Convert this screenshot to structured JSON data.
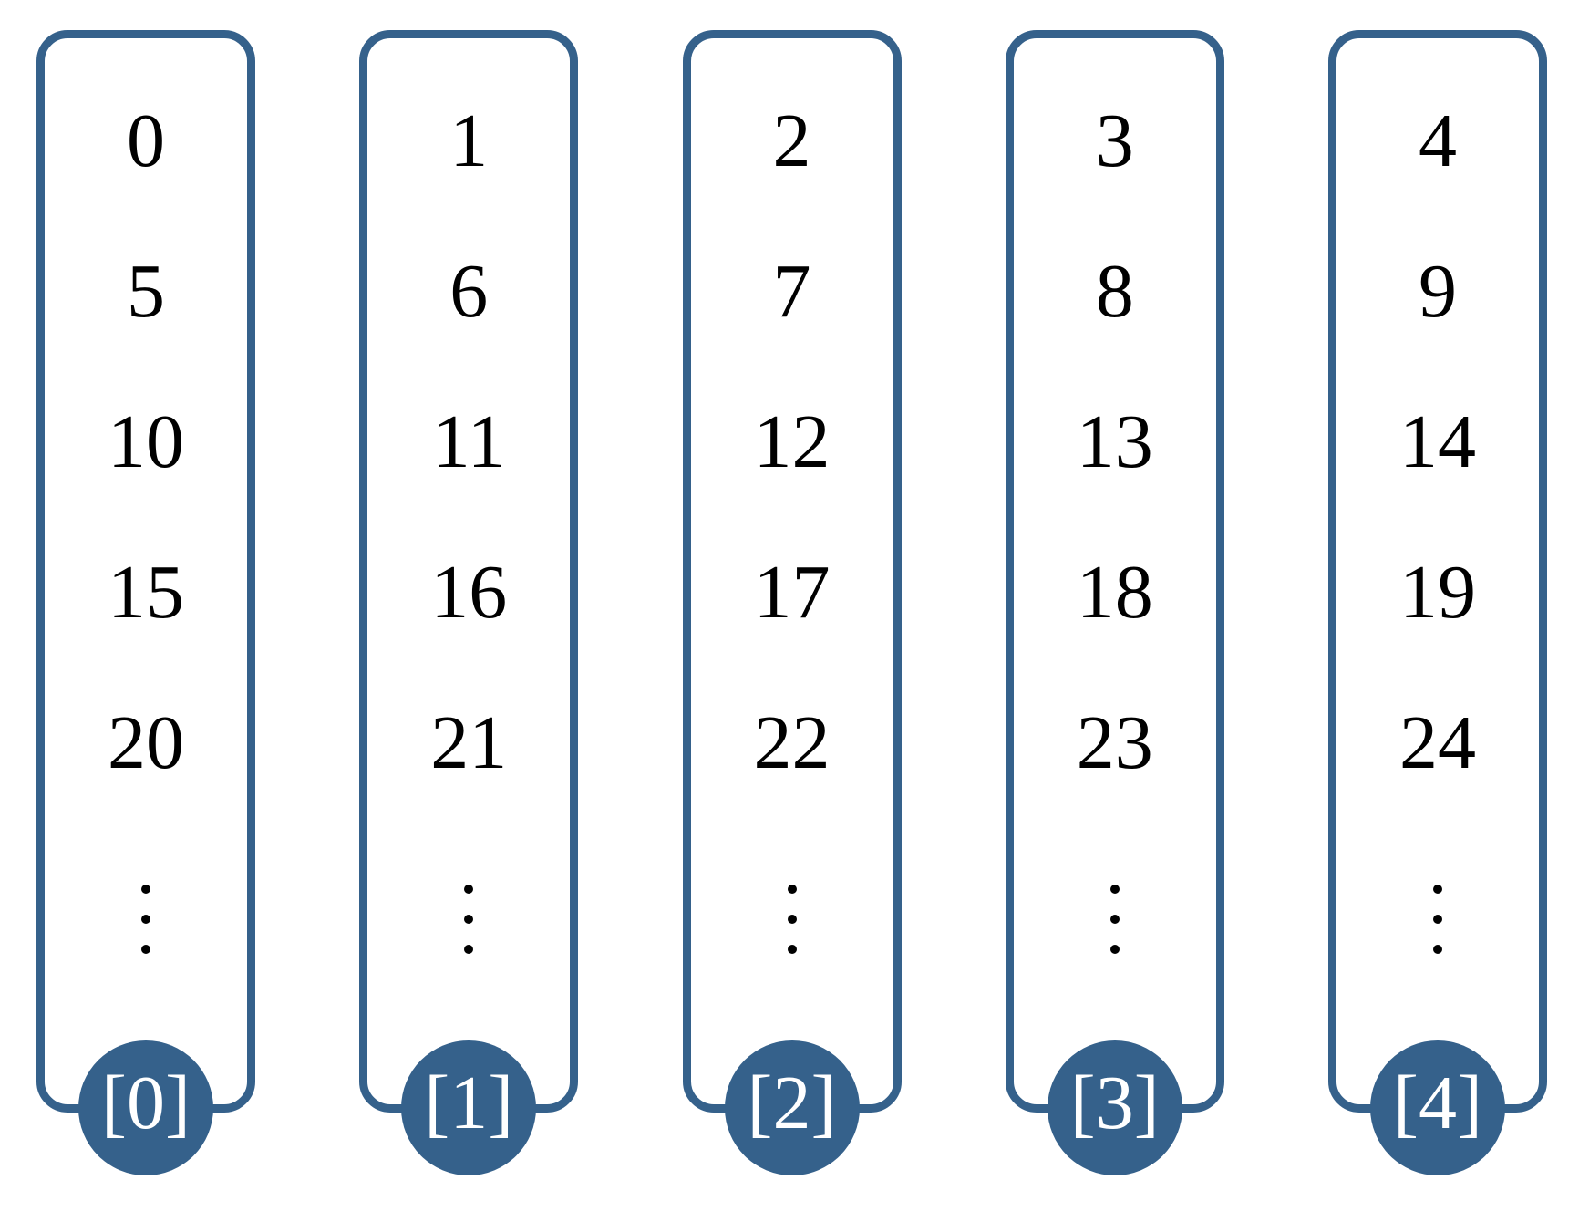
{
  "columns": [
    {
      "label": "[0]",
      "values": [
        "0",
        "5",
        "10",
        "15",
        "20"
      ]
    },
    {
      "label": "[1]",
      "values": [
        "1",
        "6",
        "11",
        "16",
        "21"
      ]
    },
    {
      "label": "[2]",
      "values": [
        "2",
        "7",
        "12",
        "17",
        "22"
      ]
    },
    {
      "label": "[3]",
      "values": [
        "3",
        "8",
        "13",
        "18",
        "23"
      ]
    },
    {
      "label": "[4]",
      "values": [
        "4",
        "9",
        "14",
        "19",
        "24"
      ]
    }
  ],
  "ellipsis_symbol": "⋮",
  "colors": {
    "accent": "#35618B",
    "number_text": "#000000",
    "label_text": "#FFFFFF",
    "background": "#FFFFFF"
  }
}
